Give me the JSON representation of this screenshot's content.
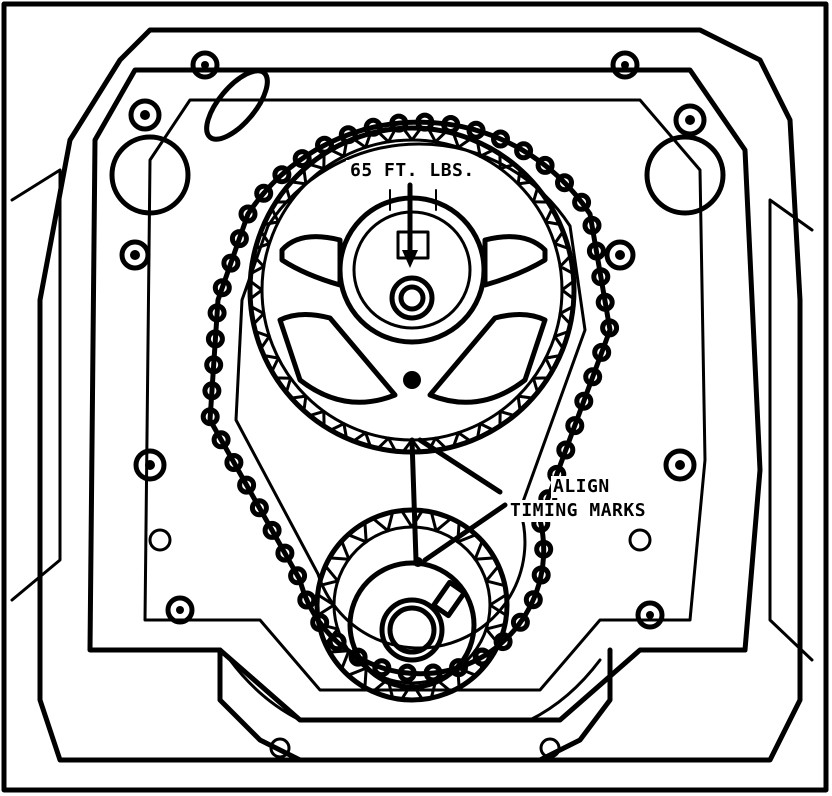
{
  "labels": {
    "torque": "65 FT. LBS.",
    "align_line1": "ALIGN",
    "align_line2": "TIMING MARKS"
  }
}
